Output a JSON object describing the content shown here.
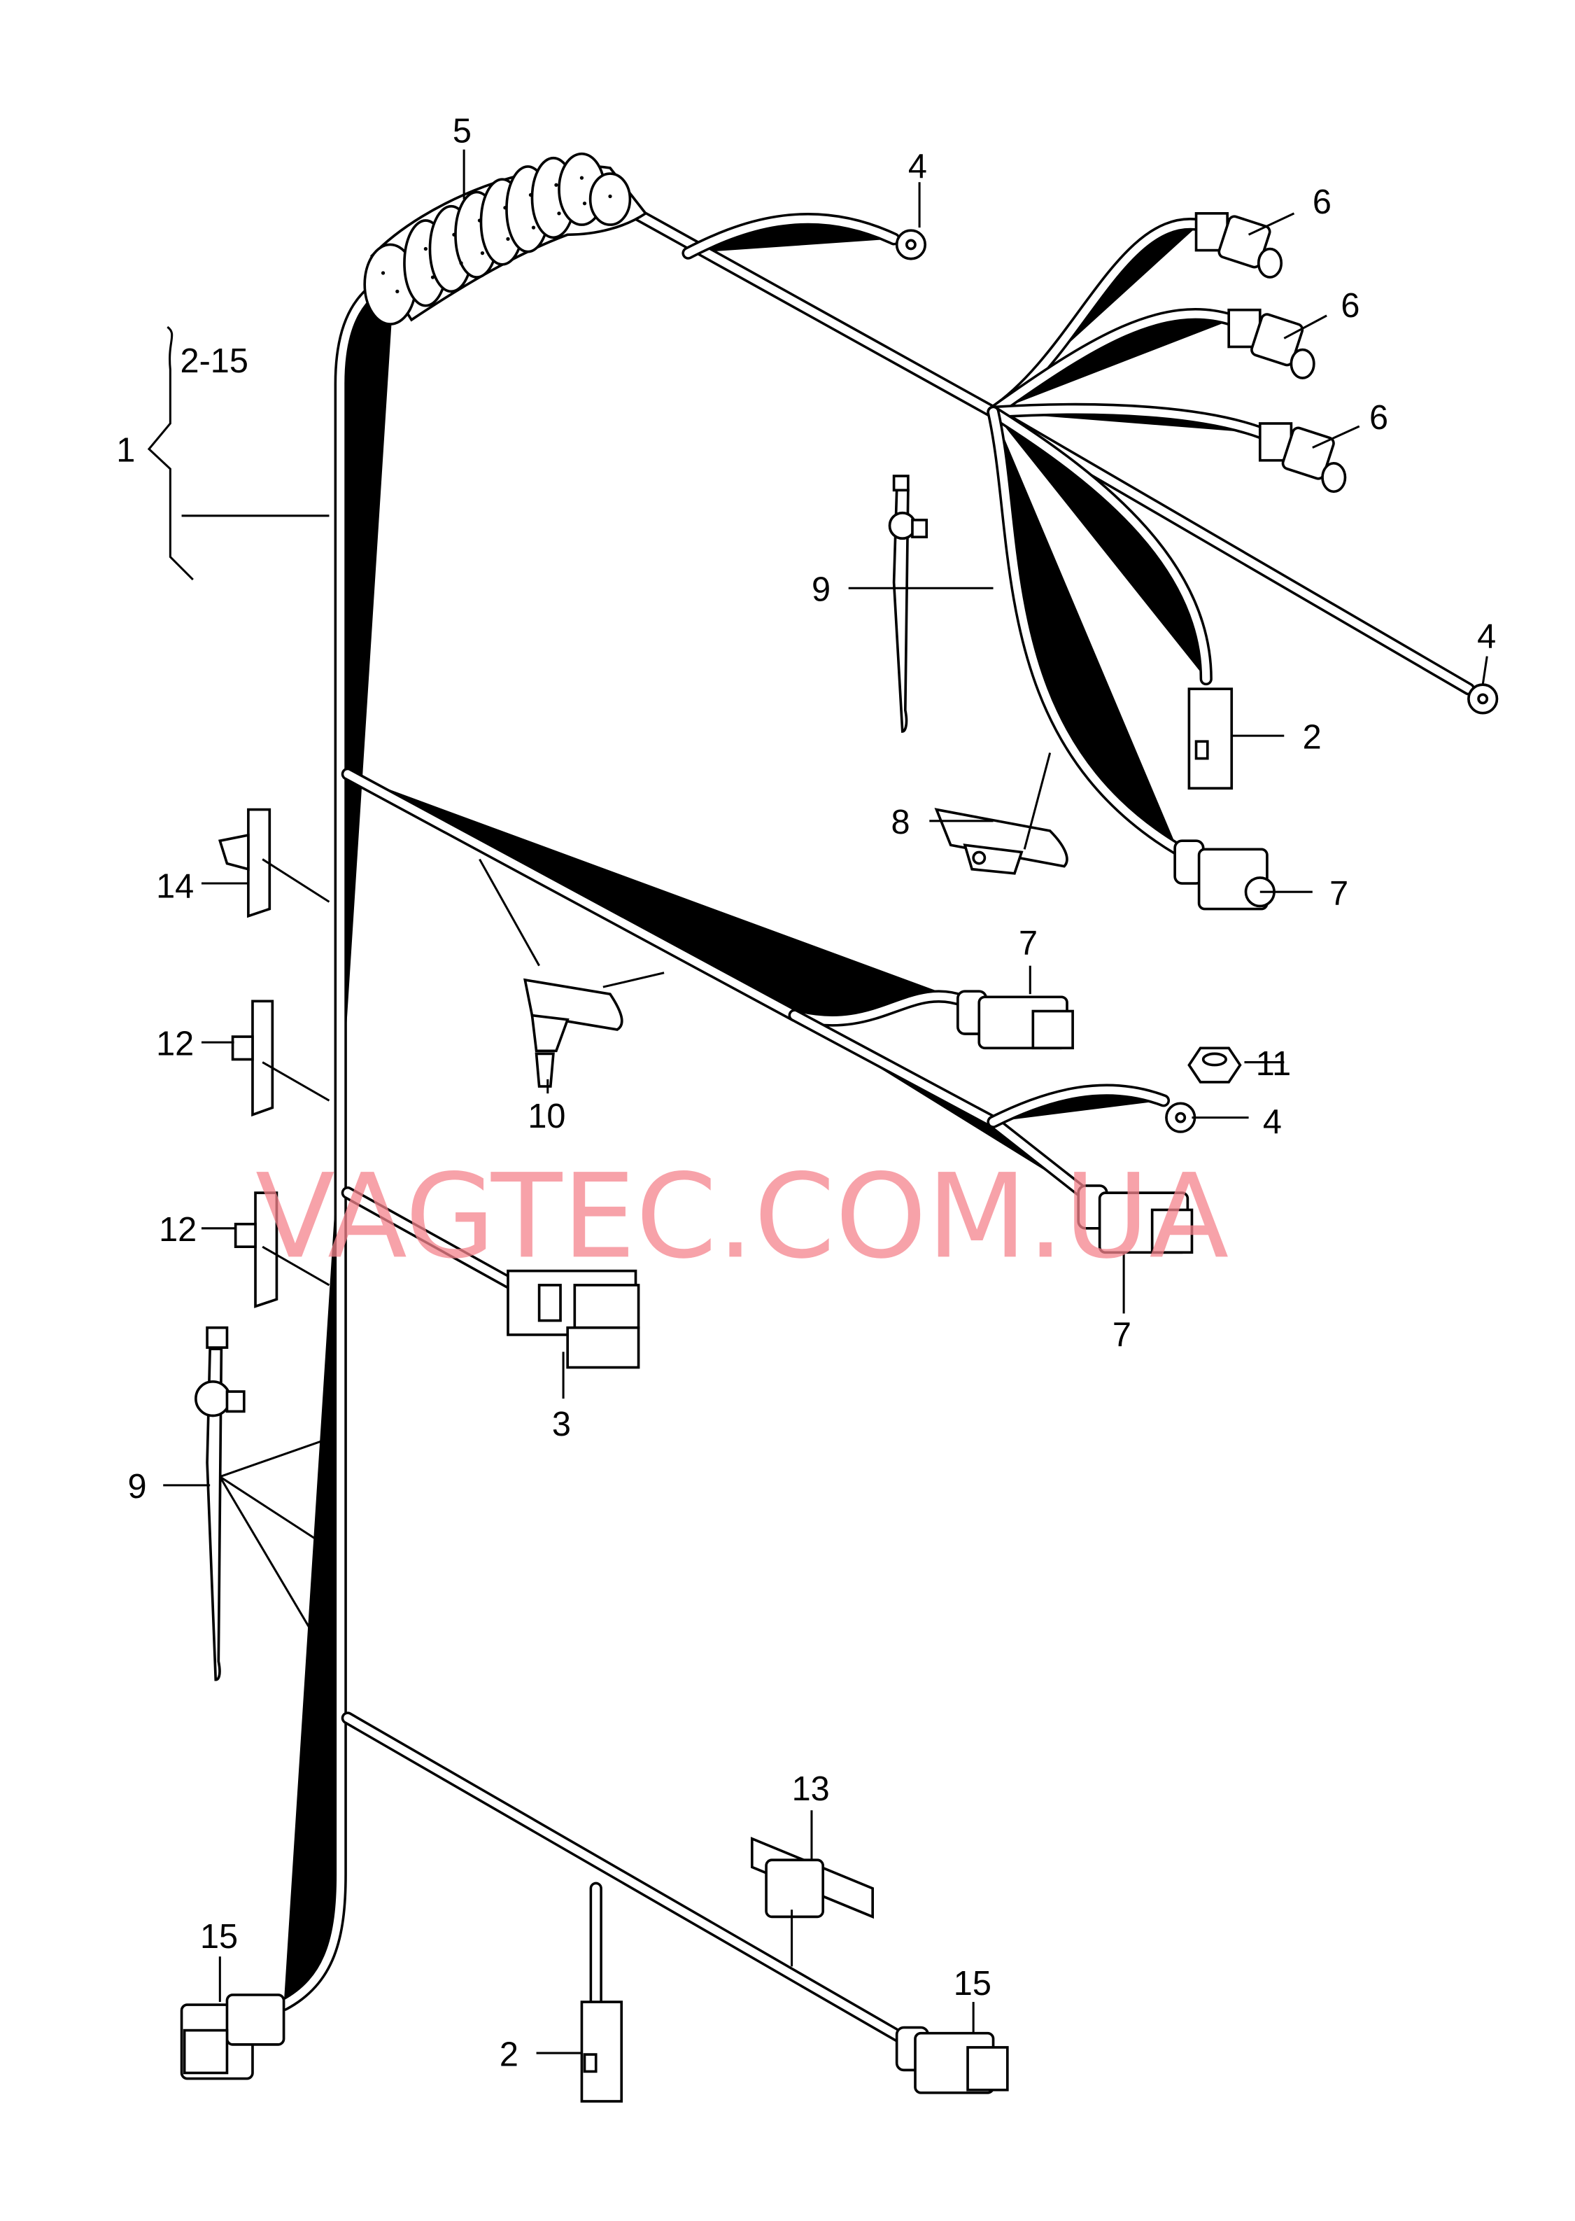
{
  "diagram": {
    "watermark": "VAGTEC.COM.UA",
    "group_label": "1",
    "group_range": "2-15",
    "callouts": [
      "5",
      "4",
      "6",
      "6",
      "6",
      "9",
      "4",
      "2",
      "8",
      "7",
      "7",
      "11",
      "4",
      "10",
      "14",
      "12",
      "12",
      "3",
      "7",
      "9",
      "13",
      "15",
      "15",
      "2"
    ]
  }
}
